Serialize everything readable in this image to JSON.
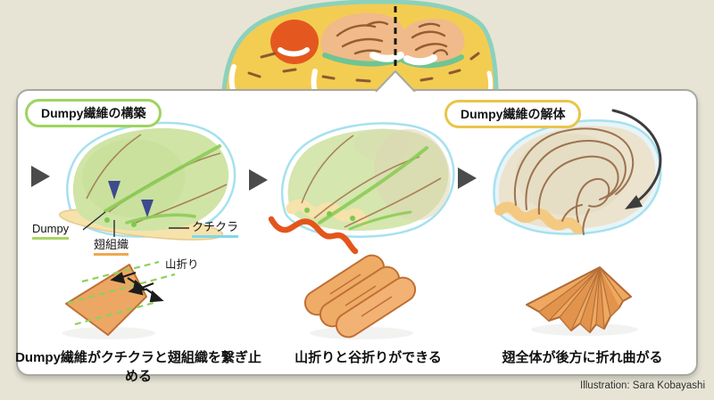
{
  "badges": {
    "construction": "Dumpy繊維の構築",
    "deconstruction": "Dumpy繊維の解体"
  },
  "labels": {
    "dumpy": "Dumpy",
    "wing_tissue": "翅組織",
    "cuticle": "クチクラ",
    "mountain_fold": "山折り"
  },
  "captions": {
    "step1": "Dumpy繊維がクチクラと翅組織を繋ぎ止める",
    "step2": "山折りと谷折りができる",
    "step3": "翅全体が後方に折れ曲がる"
  },
  "credit": "Illustration: Sara Kobayashi",
  "icons": {
    "step_arrow": "right-pointing-triangle",
    "fiber_anchor_arrow": "down-pointing-triangle",
    "rotation_arrow": "curved-arrow-clockwise-down",
    "fold_zigzag_arrow": "bent-double-arrow",
    "cross_section_axis": "vertical-dashed-line"
  },
  "colors": {
    "background": "#e7e4d5",
    "panel_bg": "#ffffff",
    "panel_border": "#a8a8a2",
    "badge_construction_border": "#9ed45f",
    "badge_deconstruction_border": "#e9c54a",
    "underline_dumpy": "#a8d563",
    "underline_wing_tissue": "#f0a84e",
    "underline_cuticle": "#7fd9e9",
    "step_arrow": "#4b4b4b",
    "wing_green": "#d0e4a6",
    "wing_outline_cyan": "#a5e1ef",
    "wing_base_tan": "#f6e2ab",
    "wing_vein_green": "#8ccb57",
    "wing_vein_brown": "#a3734d",
    "fiber_arrow_navy": "#3e4a8e",
    "fold_sheet_orange": "#efac67",
    "fold_line_green_dashed": "#8ed05e",
    "squiggle_orange": "#e4551c",
    "deconstruction_wing_beige": "#ebe3cd",
    "deconstruction_fold_brown": "#9c7350",
    "rotation_arrow": "#3d3d3d",
    "insect_body_yellow": "#f3cd52",
    "insect_outline_teal": "#8bd1bd",
    "insect_wing_mass_peach": "#f0ba8a",
    "insect_spot_orange": "#e4581f",
    "insect_band_green": "#6fc494"
  }
}
